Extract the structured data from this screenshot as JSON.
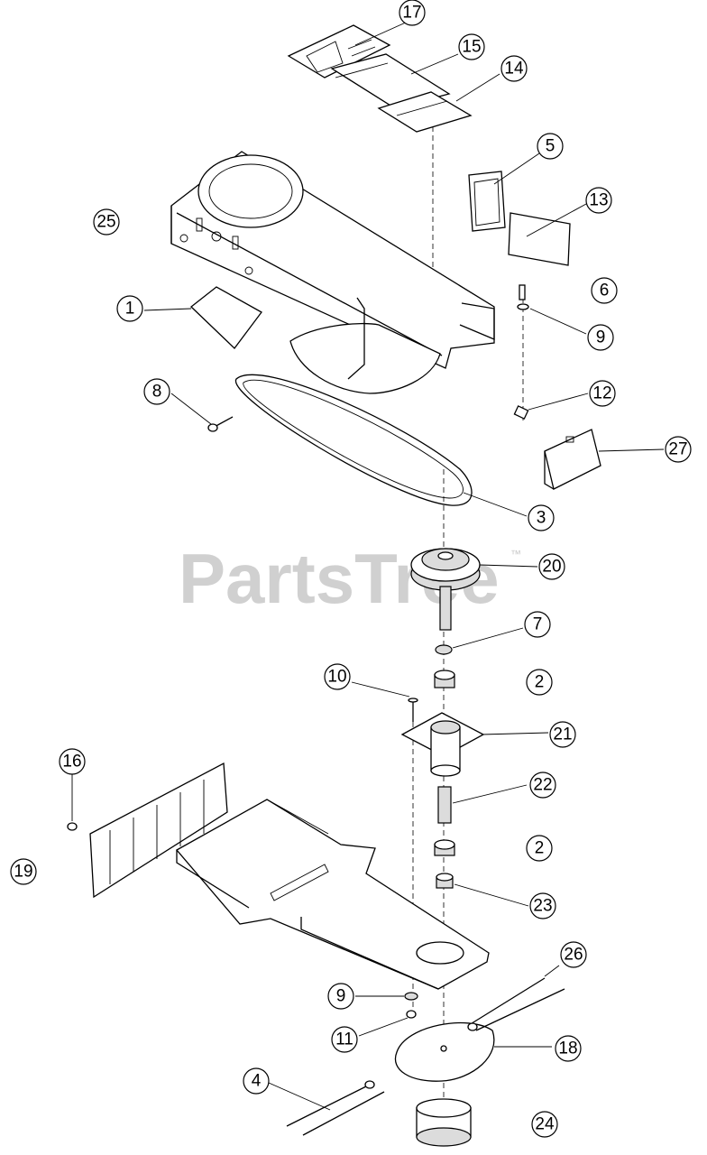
{
  "watermark": {
    "text": "PartsTree",
    "trademark": "™"
  },
  "callouts": [
    {
      "id": "c17",
      "label": "17"
    },
    {
      "id": "c15",
      "label": "15"
    },
    {
      "id": "c14",
      "label": "14"
    },
    {
      "id": "c5",
      "label": "5"
    },
    {
      "id": "c13",
      "label": "13"
    },
    {
      "id": "c25",
      "label": "25"
    },
    {
      "id": "c6",
      "label": "6"
    },
    {
      "id": "c1",
      "label": "1"
    },
    {
      "id": "c9a",
      "label": "9"
    },
    {
      "id": "c8",
      "label": "8"
    },
    {
      "id": "c12",
      "label": "12"
    },
    {
      "id": "c27",
      "label": "27"
    },
    {
      "id": "c3",
      "label": "3"
    },
    {
      "id": "c20",
      "label": "20"
    },
    {
      "id": "c7",
      "label": "7"
    },
    {
      "id": "c10",
      "label": "10"
    },
    {
      "id": "c2a",
      "label": "2"
    },
    {
      "id": "c21",
      "label": "21"
    },
    {
      "id": "c16",
      "label": "16"
    },
    {
      "id": "c22",
      "label": "22"
    },
    {
      "id": "c19",
      "label": "19"
    },
    {
      "id": "c2b",
      "label": "2"
    },
    {
      "id": "c23",
      "label": "23"
    },
    {
      "id": "c26",
      "label": "26"
    },
    {
      "id": "c9b",
      "label": "9"
    },
    {
      "id": "c11",
      "label": "11"
    },
    {
      "id": "c18",
      "label": "18"
    },
    {
      "id": "c4",
      "label": "4"
    },
    {
      "id": "c24",
      "label": "24"
    }
  ]
}
